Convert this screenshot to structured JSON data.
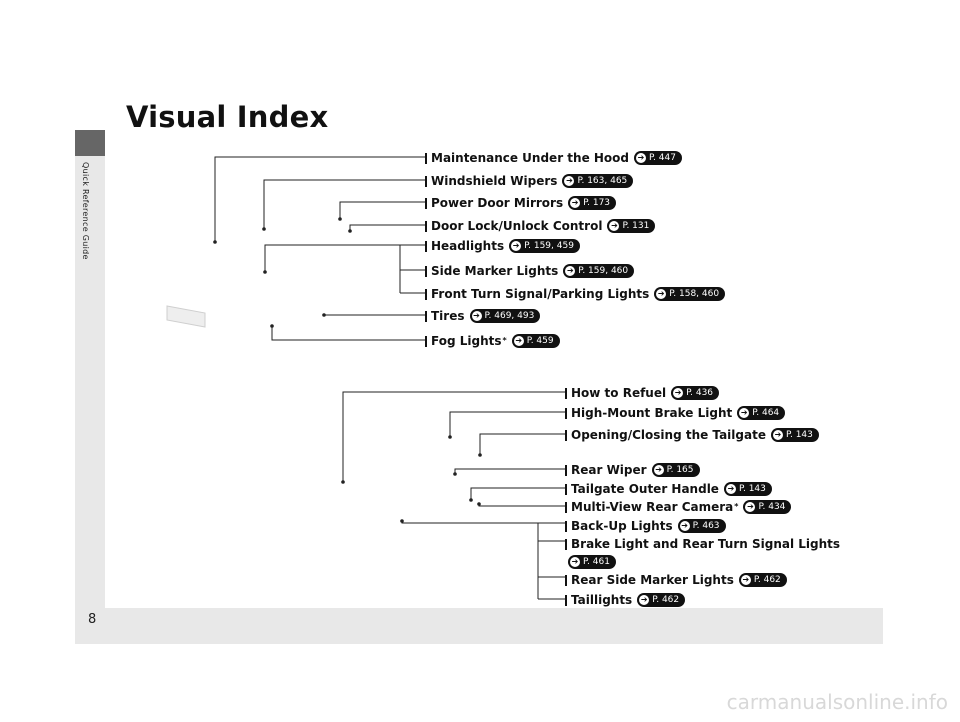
{
  "side_label": "Quick Reference Guide",
  "page_number": "8",
  "title": "Visual Index",
  "items": [
    {
      "label": "Maintenance Under the Hood",
      "ref": "P. 447"
    },
    {
      "label": "Windshield Wipers",
      "ref": "P. 163, 465"
    },
    {
      "label": "Power Door Mirrors",
      "ref": "P. 173"
    },
    {
      "label": "Door Lock/Unlock Control",
      "ref": "P. 131"
    },
    {
      "label": "Headlights",
      "ref": "P. 159, 459"
    },
    {
      "label": "Side Marker Lights",
      "ref": "P. 159, 460"
    },
    {
      "label": "Front Turn Signal/Parking Lights",
      "ref": "P. 158, 460"
    },
    {
      "label": "Tires",
      "ref": "P. 469, 493"
    },
    {
      "label": "Fog Lights",
      "ref": "P. 459"
    },
    {
      "label": "How to Refuel",
      "ref": "P. 436"
    },
    {
      "label": "High-Mount Brake Light",
      "ref": "P. 464"
    },
    {
      "label": "Opening/Closing the Tailgate",
      "ref": "P. 143"
    },
    {
      "label": "Rear Wiper",
      "ref": "P. 165"
    },
    {
      "label": "Tailgate Outer Handle",
      "ref": "P. 143"
    },
    {
      "label": "Multi-View Rear Camera",
      "ref": "P. 434"
    },
    {
      "label": "Back-Up Lights",
      "ref": "P. 463"
    },
    {
      "label": "Brake Light and Rear Turn Signal Lights",
      "ref": "P. 461"
    },
    {
      "label": "Rear Side Marker Lights",
      "ref": "P. 462"
    },
    {
      "label": "Taillights",
      "ref": "P. 462"
    }
  ],
  "footnote_mark": "*",
  "watermark": "carmanualsonline.info"
}
